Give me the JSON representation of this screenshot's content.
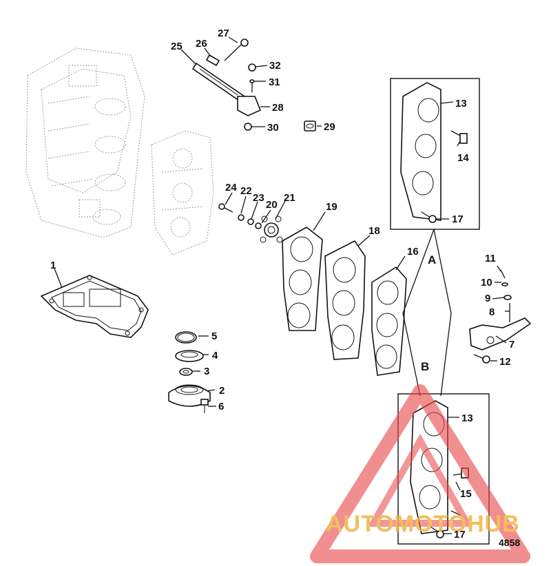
{
  "callouts": {
    "c1": "1",
    "c2": "2",
    "c3": "3",
    "c4": "4",
    "c5": "5",
    "c6": "6",
    "c7": "7",
    "c8": "8",
    "c9": "9",
    "c10": "10",
    "c11": "11",
    "c12": "12",
    "c13a": "13",
    "c13b": "13",
    "c14": "14",
    "c15": "15",
    "c16": "16",
    "c17a": "17",
    "c17b": "17",
    "c18": "18",
    "c19": "19",
    "c20": "20",
    "c21": "21",
    "c22": "22",
    "c23": "23",
    "c24": "24",
    "c25": "25",
    "c26": "26",
    "c27": "27",
    "c28": "28",
    "c29": "29",
    "c30": "30",
    "c31": "31",
    "c32": "32"
  },
  "detail_labels": {
    "a": "A",
    "b": "B"
  },
  "figure_number": "4858",
  "watermark": {
    "text": "AUTOMOTOHUB",
    "color_gold": "#f0b23a",
    "color_red": "#e8484a"
  }
}
